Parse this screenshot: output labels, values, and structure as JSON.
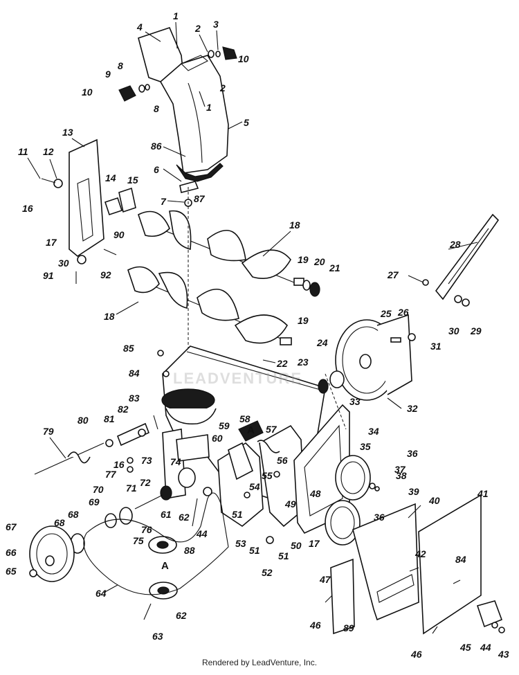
{
  "footer": "Rendered by LeadVenture, Inc.",
  "watermark": "LEADVENTURE",
  "labels": {
    "l1a": "1",
    "l1b": "1",
    "l2a": "2",
    "l2b": "2",
    "l3": "3",
    "l4": "4",
    "l5": "5",
    "l6": "6",
    "l7": "7",
    "l8a": "8",
    "l8b": "8",
    "l9": "9",
    "l10a": "10",
    "l10b": "10",
    "l11": "11",
    "l12": "12",
    "l13": "13",
    "l14": "14",
    "l15": "15",
    "l16a": "16",
    "l16b": "16",
    "l17a": "17",
    "l17b": "17",
    "l18a": "18",
    "l18b": "18",
    "l19a": "19",
    "l19b": "19",
    "l20": "20",
    "l21": "21",
    "l22": "22",
    "l23": "23",
    "l24": "24",
    "l25": "25",
    "l26": "26",
    "l27": "27",
    "l28": "28",
    "l29": "29",
    "l30a": "30",
    "l30b": "30",
    "l31": "31",
    "l32": "32",
    "l33": "33",
    "l34": "34",
    "l35": "35",
    "l36a": "36",
    "l36b": "36",
    "l37": "37",
    "l38": "38",
    "l39": "39",
    "l40": "40",
    "l41": "41",
    "l42": "42",
    "l43": "43",
    "l44a": "44",
    "l44b": "44",
    "l45": "45",
    "l46a": "46",
    "l46b": "46",
    "l47": "47",
    "l48": "48",
    "l49": "49",
    "l50": "50",
    "l51a": "51",
    "l51b": "51",
    "l51c": "51",
    "l52": "52",
    "l53": "53",
    "l54": "54",
    "l55": "55",
    "l56": "56",
    "l57": "57",
    "l58": "58",
    "l59": "59",
    "l60": "60",
    "l61": "61",
    "l62a": "62",
    "l62b": "62",
    "l63": "63",
    "l64": "64",
    "l65": "65",
    "l66": "66",
    "l67": "67",
    "l68a": "68",
    "l68b": "68",
    "l69": "69",
    "l70": "70",
    "l71": "71",
    "l72": "72",
    "l73": "73",
    "l74": "74",
    "l75": "75",
    "l76": "76",
    "l77": "77",
    "l79": "79",
    "l80": "80",
    "l81": "81",
    "l82": "82",
    "l83": "83",
    "l84a": "84",
    "l84b": "84",
    "l85": "85",
    "l86": "86",
    "l87": "87",
    "l88": "88",
    "l89": "89",
    "l90": "90",
    "l91": "91",
    "l92": "92",
    "lA1": "A",
    "lA2": "A"
  }
}
